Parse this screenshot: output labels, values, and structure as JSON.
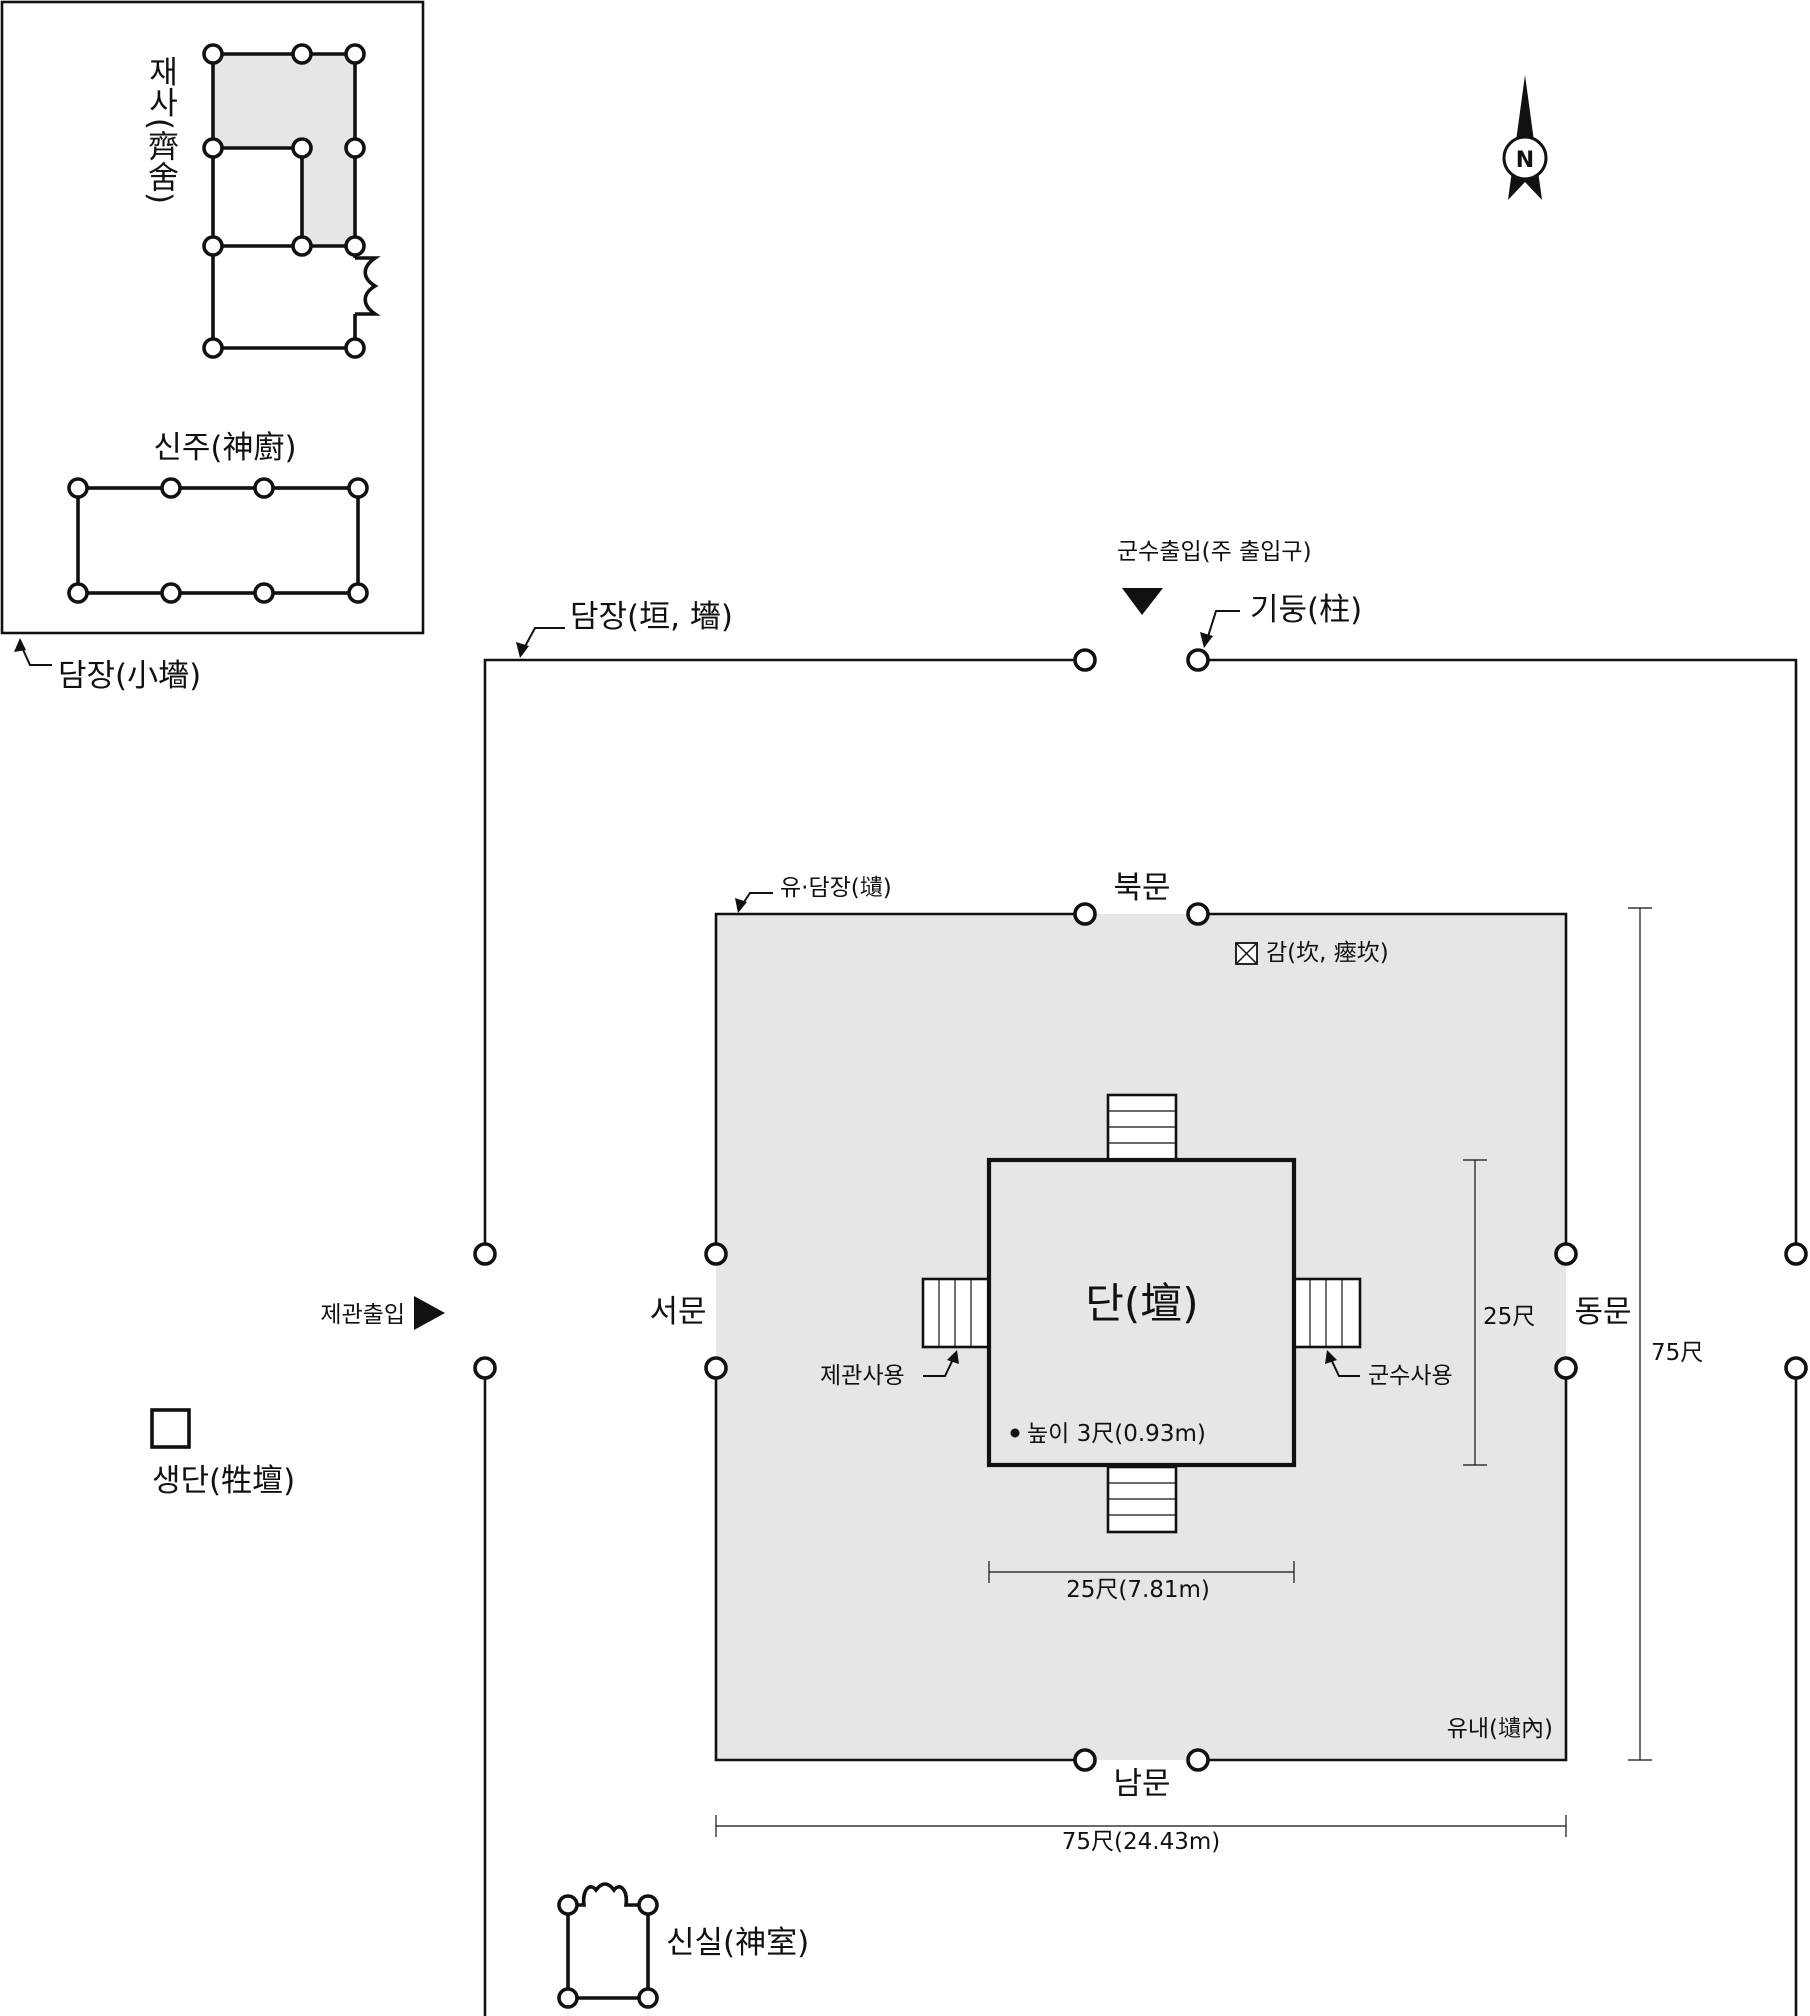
{
  "labels": {
    "jaesa": "재사(齊舍)",
    "sinju": "신주(神廚)",
    "damjang_small": "담장(小墻)",
    "damjang_outer": "담장(垣, 墻)",
    "main_entrance": "군수출입(주 출입구)",
    "gidung": "기둥(柱)",
    "yu_damjang": "유·담장(壝)",
    "north_gate": "북문",
    "gam": "감(坎, 瘞坎)",
    "west_gate": "서문",
    "east_gate": "동문",
    "south_gate": "남문",
    "officiant_entrance": "제관출입",
    "altar": "단(壇)",
    "officiant_use": "제관사용",
    "governor_use": "군수사용",
    "height": "높이 3尺(0.93m)",
    "dim_25_side": "25尺",
    "dim_75_side": "75尺",
    "dim_25_bottom": "25尺(7.81m)",
    "dim_75_bottom": "75尺(24.43m)",
    "saengdan": "생단(牲壇)",
    "yunae": "유내(壝內)",
    "sinsil": "신실(神室)",
    "compass_n": "N"
  },
  "colors": {
    "inner_yard_fill": "#e5e6e8",
    "line": "#111111",
    "background": "#ffffff"
  },
  "icons": {
    "north_arrow": "north-arrow-icon",
    "entrance_marker": "triangle-arrow-icon",
    "pit_marker": "crossed-box-icon"
  }
}
